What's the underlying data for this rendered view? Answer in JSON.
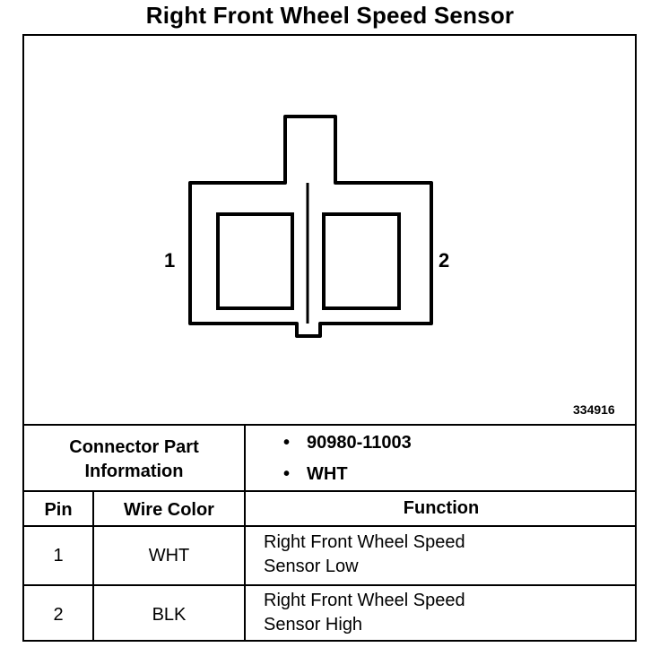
{
  "title": "Right Front Wheel Speed Sensor",
  "connector": {
    "pin_left_label": "1",
    "pin_right_label": "2",
    "figure_code": "334916"
  },
  "part_info": {
    "label_line1": "Connector Part",
    "label_line2": "Information",
    "bullet": "•",
    "items": [
      "90980-11003",
      "WHT"
    ]
  },
  "table": {
    "headers": [
      "Pin",
      "Wire Color",
      "Function"
    ],
    "rows": [
      {
        "pin": "1",
        "color": "WHT",
        "function_line1": "Right Front Wheel Speed",
        "function_line2": "Sensor Low"
      },
      {
        "pin": "2",
        "color": "BLK",
        "function_line1": "Right Front Wheel Speed",
        "function_line2": "Sensor High"
      }
    ]
  }
}
